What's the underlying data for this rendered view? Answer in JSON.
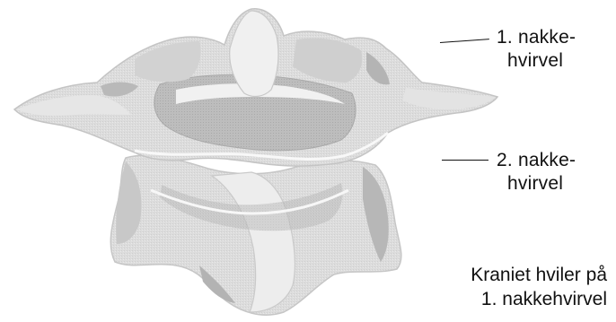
{
  "labels": {
    "atlas": {
      "line1": "1. nakke-",
      "line2": "hvirvel"
    },
    "axis": {
      "line1": "2. nakke-",
      "line2": "hvirvel"
    }
  },
  "caption": {
    "line1": "Kraniet hviler på",
    "line2": "1. nakkehvirvel"
  },
  "colors": {
    "bone_light": "#ececec",
    "bone_mid": "#d6d6d6",
    "bone_dark": "#b9b9b9",
    "bone_shadow": "#a4a4a4",
    "text": "#111111"
  }
}
